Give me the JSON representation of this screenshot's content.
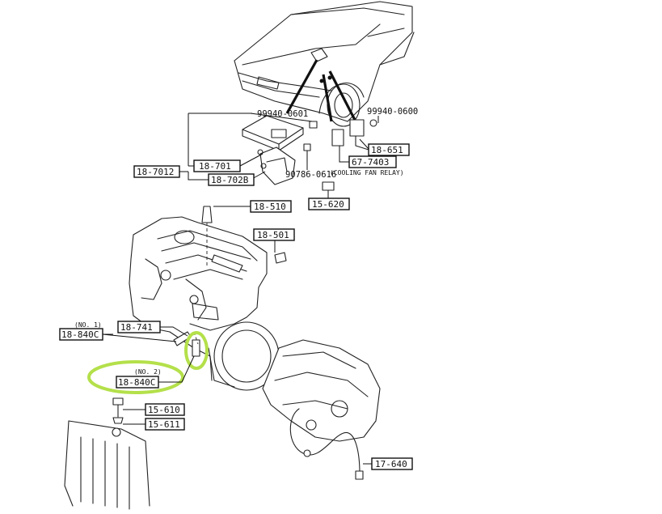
{
  "highlight_color": "#b4e04a",
  "parts": {
    "p1": "99940-0601",
    "p2": "99940-0600",
    "p3": "18-651",
    "p4": "67-7403",
    "p5": "(COOLING FAN RELAY)",
    "p6": "18-701",
    "p7": "18-7012",
    "p8": "18-702B",
    "p9": "90786-0616",
    "p10": "15-620",
    "p11": "18-510",
    "p12": "18-501",
    "p13": "(NO. 1)",
    "p14": "18-741",
    "p15": "18-840C",
    "p16": "(NO. 2)",
    "p17": "18-840C",
    "p18": "15-610",
    "p19": "15-611",
    "p20": "17-640"
  }
}
